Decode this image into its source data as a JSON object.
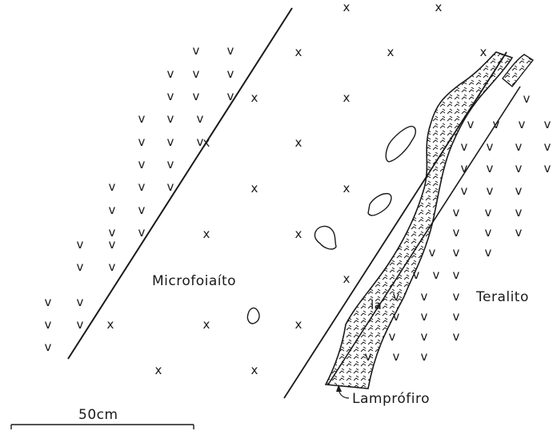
{
  "labels": {
    "microfoiaito": "Microfoiaíto",
    "teralito": "Teralito",
    "lamprofiro": "Lamprófiro",
    "la": "la"
  },
  "scale_bar": {
    "label": "50cm"
  },
  "symbols": {
    "x": "x",
    "v": "v"
  },
  "colors": {
    "ink": "#1a1a1a",
    "paper": "#ffffff"
  }
}
